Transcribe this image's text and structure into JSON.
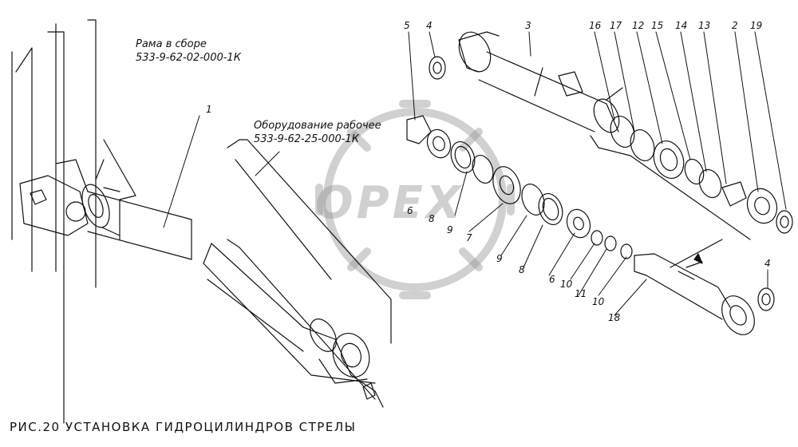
{
  "title": "РИС.20 УСТАНОВКА ГИДРОЦИЛИНДРОВ СТРЕЛЫ",
  "watermark": "OPEX",
  "notes": {
    "frame_name": "Рама в сборе",
    "frame_code": "533-9-62-02-000-1К",
    "equipment_name": "Оборудование рабочее",
    "equipment_code": "533-9-62-25-000-1К"
  },
  "callouts": {
    "c1": "1",
    "c3": "3",
    "c5": "5",
    "c4a": "4",
    "c16": "16",
    "c17": "17",
    "c12": "12",
    "c15": "15",
    "c14": "14",
    "c13": "13",
    "c2": "2",
    "c19": "19",
    "c6a": "6",
    "c8a": "8",
    "c9a": "9",
    "c7": "7",
    "c9b": "9",
    "c8b": "8",
    "c6b": "6",
    "c10a": "10",
    "c11": "11",
    "c10b": "10",
    "c18": "18",
    "c4b": "4"
  }
}
